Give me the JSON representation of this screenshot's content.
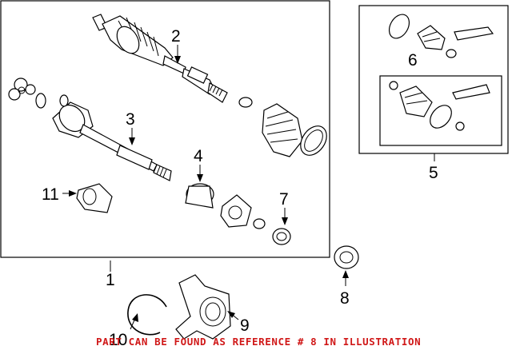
{
  "callouts": {
    "c1": "1",
    "c2": "2",
    "c3": "3",
    "c4": "4",
    "c5": "5",
    "c6": "6",
    "c7": "7",
    "c8": "8",
    "c9": "9",
    "c10": "10",
    "c11": "11"
  },
  "note": "PART CAN BE FOUND AS REFERENCE # 8 IN ILLUSTRATION",
  "colors": {
    "line": "#000000",
    "note": "#d01818",
    "background": "#ffffff"
  }
}
